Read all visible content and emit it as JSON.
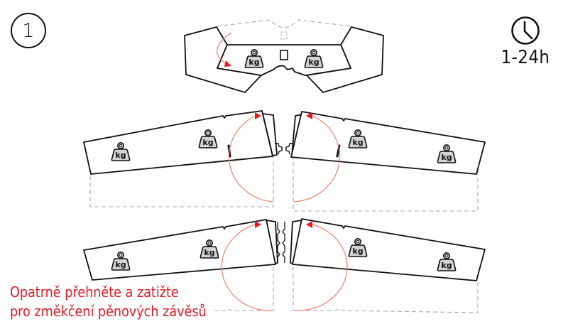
{
  "step": {
    "number": "1"
  },
  "duration": {
    "icon": "clock-icon",
    "label": "1-24h"
  },
  "caption": {
    "line1": "Opatrně přehněte a zatižte",
    "line2": "pro změkčení pěnových závěsů",
    "color": "#e01b24"
  },
  "weights": {
    "label": "kg",
    "icon": "weight-icon",
    "count": 10
  },
  "colors": {
    "outline": "#111111",
    "fold_guide": "#a9a9a9",
    "fold_arc": "#f0806a",
    "arrow": "#e01b24",
    "weight_fill": "#d3d3d3"
  },
  "parts": [
    {
      "name": "center-fuselage-piece",
      "weights": 2
    },
    {
      "name": "left-wing-front-piece",
      "weights": 2
    },
    {
      "name": "right-wing-front-piece",
      "weights": 2
    },
    {
      "name": "left-wing-rear-piece",
      "weights": 2
    },
    {
      "name": "right-wing-rear-piece",
      "weights": 2
    }
  ]
}
